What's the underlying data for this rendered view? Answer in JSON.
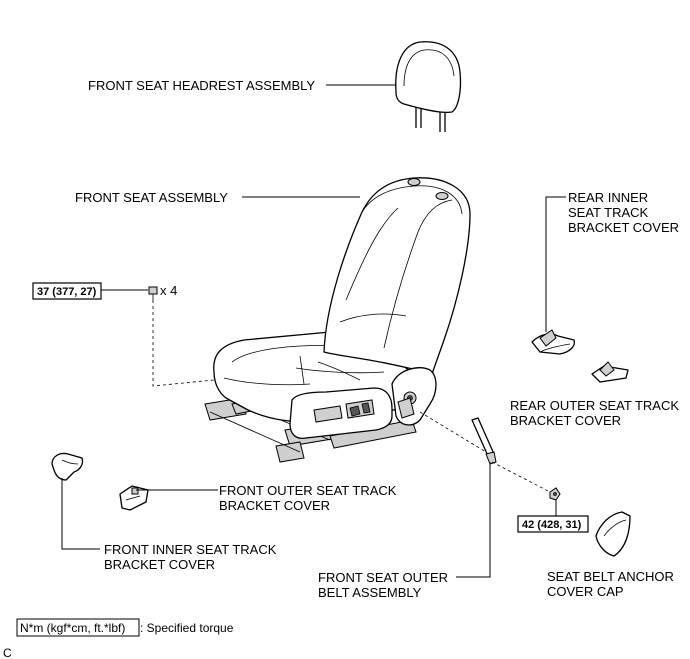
{
  "labels": {
    "headrest": "FRONT SEAT HEADREST ASSEMBLY",
    "seat": "FRONT SEAT ASSEMBLY",
    "rear_inner": [
      "REAR INNER",
      "SEAT TRACK",
      "BRACKET COVER"
    ],
    "rear_outer": [
      "REAR OUTER SEAT TRACK",
      "BRACKET COVER"
    ],
    "front_outer": [
      "FRONT OUTER SEAT TRACK",
      "BRACKET COVER"
    ],
    "front_inner": [
      "FRONT INNER SEAT TRACK",
      "BRACKET COVER"
    ],
    "belt": [
      "FRONT SEAT OUTER",
      "BELT ASSEMBLY"
    ],
    "anchor_cap": [
      "SEAT BELT ANCHOR",
      "COVER CAP"
    ]
  },
  "torque": {
    "seat_bolts": "37 (377, 27)",
    "seat_bolts_qty": "x 4",
    "belt_anchor": "42 (428, 31)"
  },
  "legend": {
    "unit": "N*m (kgf*cm, ft.*lbf)",
    "description": ": Specified torque"
  },
  "corner_mark": "C"
}
